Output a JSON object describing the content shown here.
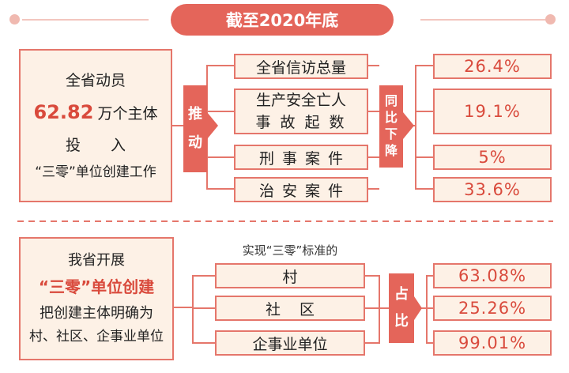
{
  "header": {
    "title": "截至2020年底"
  },
  "top": {
    "left": {
      "line1": "全省动员",
      "number": "62.82",
      "unit": "万个主体",
      "line3": "投　　入",
      "line4": "“三零”单位创建工作"
    },
    "verb": [
      "推",
      "动"
    ],
    "items": [
      "全省信访总量",
      "生产安全亡人",
      "事 故 起 数",
      "刑事案件",
      "治安案件"
    ],
    "compare": [
      "同",
      "比",
      "下",
      "降"
    ],
    "values": [
      "26.4%",
      "19.1%",
      "5%",
      "33.6%"
    ]
  },
  "bottom": {
    "left": {
      "line1": "我省开展",
      "highlight": "“三零”单位创建",
      "line3": "把创建主体明确为",
      "line4": "村、社区、企事业单位"
    },
    "caption": "实现“三零”标准的",
    "items": [
      "村",
      "社区",
      "企事业单位"
    ],
    "share": [
      "占",
      "比"
    ],
    "values": [
      "63.08%",
      "25.26%",
      "99.01%"
    ]
  },
  "colors": {
    "accent": "#e4655a",
    "box_fill": "#fdf1e6",
    "border": "#e5766b",
    "value_text": "#d94a3c"
  }
}
